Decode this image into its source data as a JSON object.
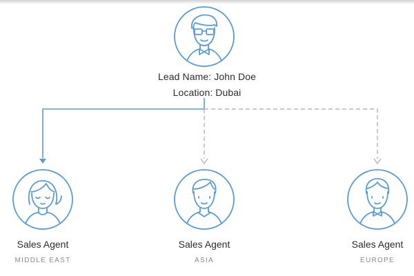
{
  "colors": {
    "accent": "#5a9bd5",
    "inactive_connector": "#b5b5b5",
    "text": "#2b2b2b",
    "subtext": "#8a8a8a"
  },
  "lead": {
    "name_line": "Lead Name: John Doe",
    "location_line": "Location: Dubai",
    "avatar_icon": "man-with-glasses-bowtie-icon"
  },
  "agents": [
    {
      "title": "Sales Agent",
      "region": "MIDDLE EAST",
      "avatar_icon": "woman-agent-icon",
      "assigned": true
    },
    {
      "title": "Sales Agent",
      "region": "ASIA",
      "avatar_icon": "man-agent-icon",
      "assigned": false
    },
    {
      "title": "Sales Agent",
      "region": "EUROPE",
      "avatar_icon": "man-agent-bowtie-icon",
      "assigned": false
    }
  ]
}
